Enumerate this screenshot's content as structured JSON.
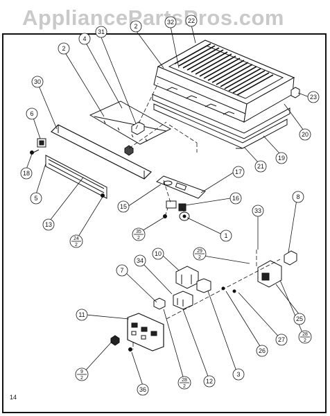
{
  "watermark": "AppliancePartsPros.com",
  "page_number": "14",
  "callouts": [
    {
      "id": "c2a",
      "label": "2"
    },
    {
      "id": "c4",
      "label": "4"
    },
    {
      "id": "c31",
      "label": "31"
    },
    {
      "id": "c2b",
      "label": "2"
    },
    {
      "id": "c32",
      "label": "32"
    },
    {
      "id": "c22",
      "label": "22"
    },
    {
      "id": "c30",
      "label": "30"
    },
    {
      "id": "c6a",
      "label": "6"
    },
    {
      "id": "c18",
      "label": "18"
    },
    {
      "id": "c5",
      "label": "5"
    },
    {
      "id": "c13",
      "label": "13"
    },
    {
      "id": "c23",
      "label": "23"
    },
    {
      "id": "c20",
      "label": "20"
    },
    {
      "id": "c19",
      "label": "19"
    },
    {
      "id": "c21",
      "label": "21"
    },
    {
      "id": "c17",
      "label": "17"
    },
    {
      "id": "c15",
      "label": "15"
    },
    {
      "id": "c16",
      "label": "16"
    },
    {
      "id": "c1",
      "label": "1"
    },
    {
      "id": "c33",
      "label": "33"
    },
    {
      "id": "c8",
      "label": "8"
    },
    {
      "id": "c10",
      "label": "10"
    },
    {
      "id": "c34",
      "label": "34"
    },
    {
      "id": "c7",
      "label": "7"
    },
    {
      "id": "c11",
      "label": "11"
    },
    {
      "id": "c25",
      "label": "25"
    },
    {
      "id": "c27",
      "label": "27"
    },
    {
      "id": "c26",
      "label": "26"
    },
    {
      "id": "c3",
      "label": "3"
    },
    {
      "id": "c12",
      "label": "12"
    },
    {
      "id": "c36",
      "label": "36"
    }
  ],
  "fractions": [
    {
      "id": "f24",
      "num": "24",
      "den": "2"
    },
    {
      "id": "f35",
      "num": "35",
      "den": "2"
    },
    {
      "id": "f29",
      "num": "29",
      "den": "2"
    },
    {
      "id": "f28a",
      "num": "28",
      "den": "2"
    },
    {
      "id": "f28b",
      "num": "28",
      "den": "2"
    },
    {
      "id": "f9",
      "num": "9",
      "den": "2"
    }
  ]
}
